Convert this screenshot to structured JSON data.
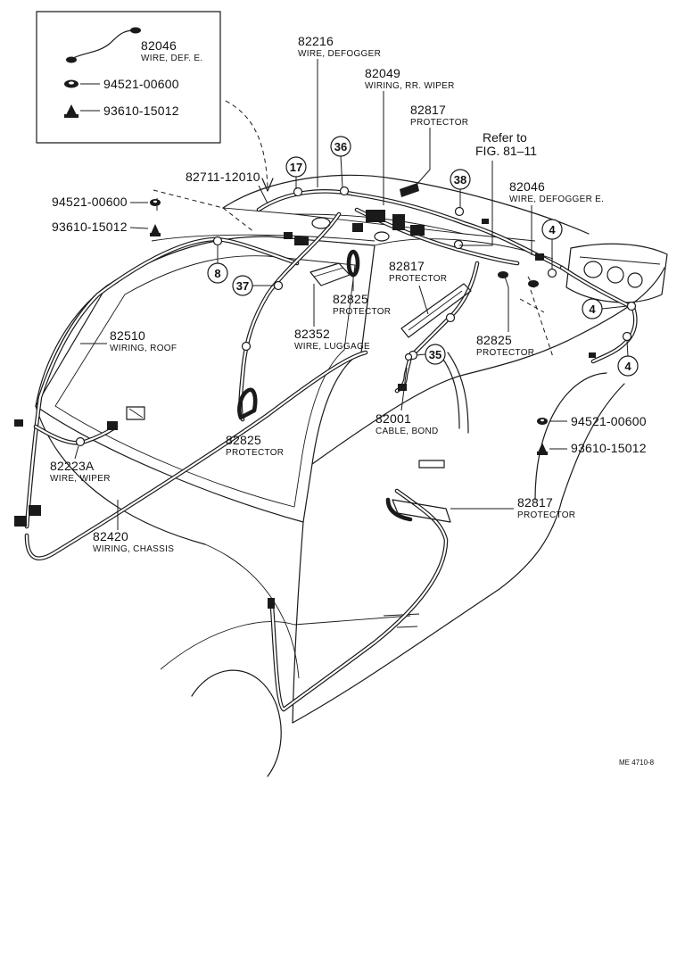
{
  "parts": [
    {
      "id": "p82046_inset",
      "number": "82046",
      "name": "WIRE, DEF. E."
    },
    {
      "id": "p94521_inset",
      "number": "94521-00600"
    },
    {
      "id": "p93610_inset",
      "number": "93610-15012"
    },
    {
      "id": "p82216",
      "number": "82216",
      "name": "WIRE, DEFOGGER"
    },
    {
      "id": "p82049",
      "number": "82049",
      "name": "WIRING, RR. WIPER"
    },
    {
      "id": "p82817_top",
      "number": "82817",
      "name": "PROTECTOR"
    },
    {
      "id": "p82711",
      "number": "82711-12010"
    },
    {
      "id": "p94521_left",
      "number": "94521-00600"
    },
    {
      "id": "p93610_left",
      "number": "93610-15012"
    },
    {
      "id": "p82046_right",
      "number": "82046",
      "name": "WIRE, DEFOGGER E."
    },
    {
      "id": "p82817_mid",
      "number": "82817",
      "name": "PROTECTOR"
    },
    {
      "id": "p82825_mid",
      "number": "82825",
      "name": "PROTECTOR"
    },
    {
      "id": "p82352",
      "number": "82352",
      "name": "WIRE, LUGGAGE"
    },
    {
      "id": "p82510",
      "number": "82510",
      "name": "WIRING, ROOF"
    },
    {
      "id": "p82825_right",
      "number": "82825",
      "name": "PROTECTOR"
    },
    {
      "id": "p82001",
      "number": "82001",
      "name": "CABLE, BOND"
    },
    {
      "id": "p94521_right",
      "number": "94521-00600"
    },
    {
      "id": "p93610_right",
      "number": "93610-15012"
    },
    {
      "id": "p82825_left",
      "number": "82825",
      "name": "PROTECTOR"
    },
    {
      "id": "p82223a",
      "number": "82223A",
      "name": "WIRE, WIPER"
    },
    {
      "id": "p82817_bottom",
      "number": "82817",
      "name": "PROTECTOR"
    },
    {
      "id": "p82420",
      "number": "82420",
      "name": "WIRING, CHASSIS"
    }
  ],
  "reference": {
    "line1": "Refer to",
    "line2": "FIG. 81–11"
  },
  "connectors": [
    "17",
    "36",
    "38",
    "4",
    "4",
    "4",
    "8",
    "37",
    "35"
  ],
  "figure_code": "ME 4710-8"
}
